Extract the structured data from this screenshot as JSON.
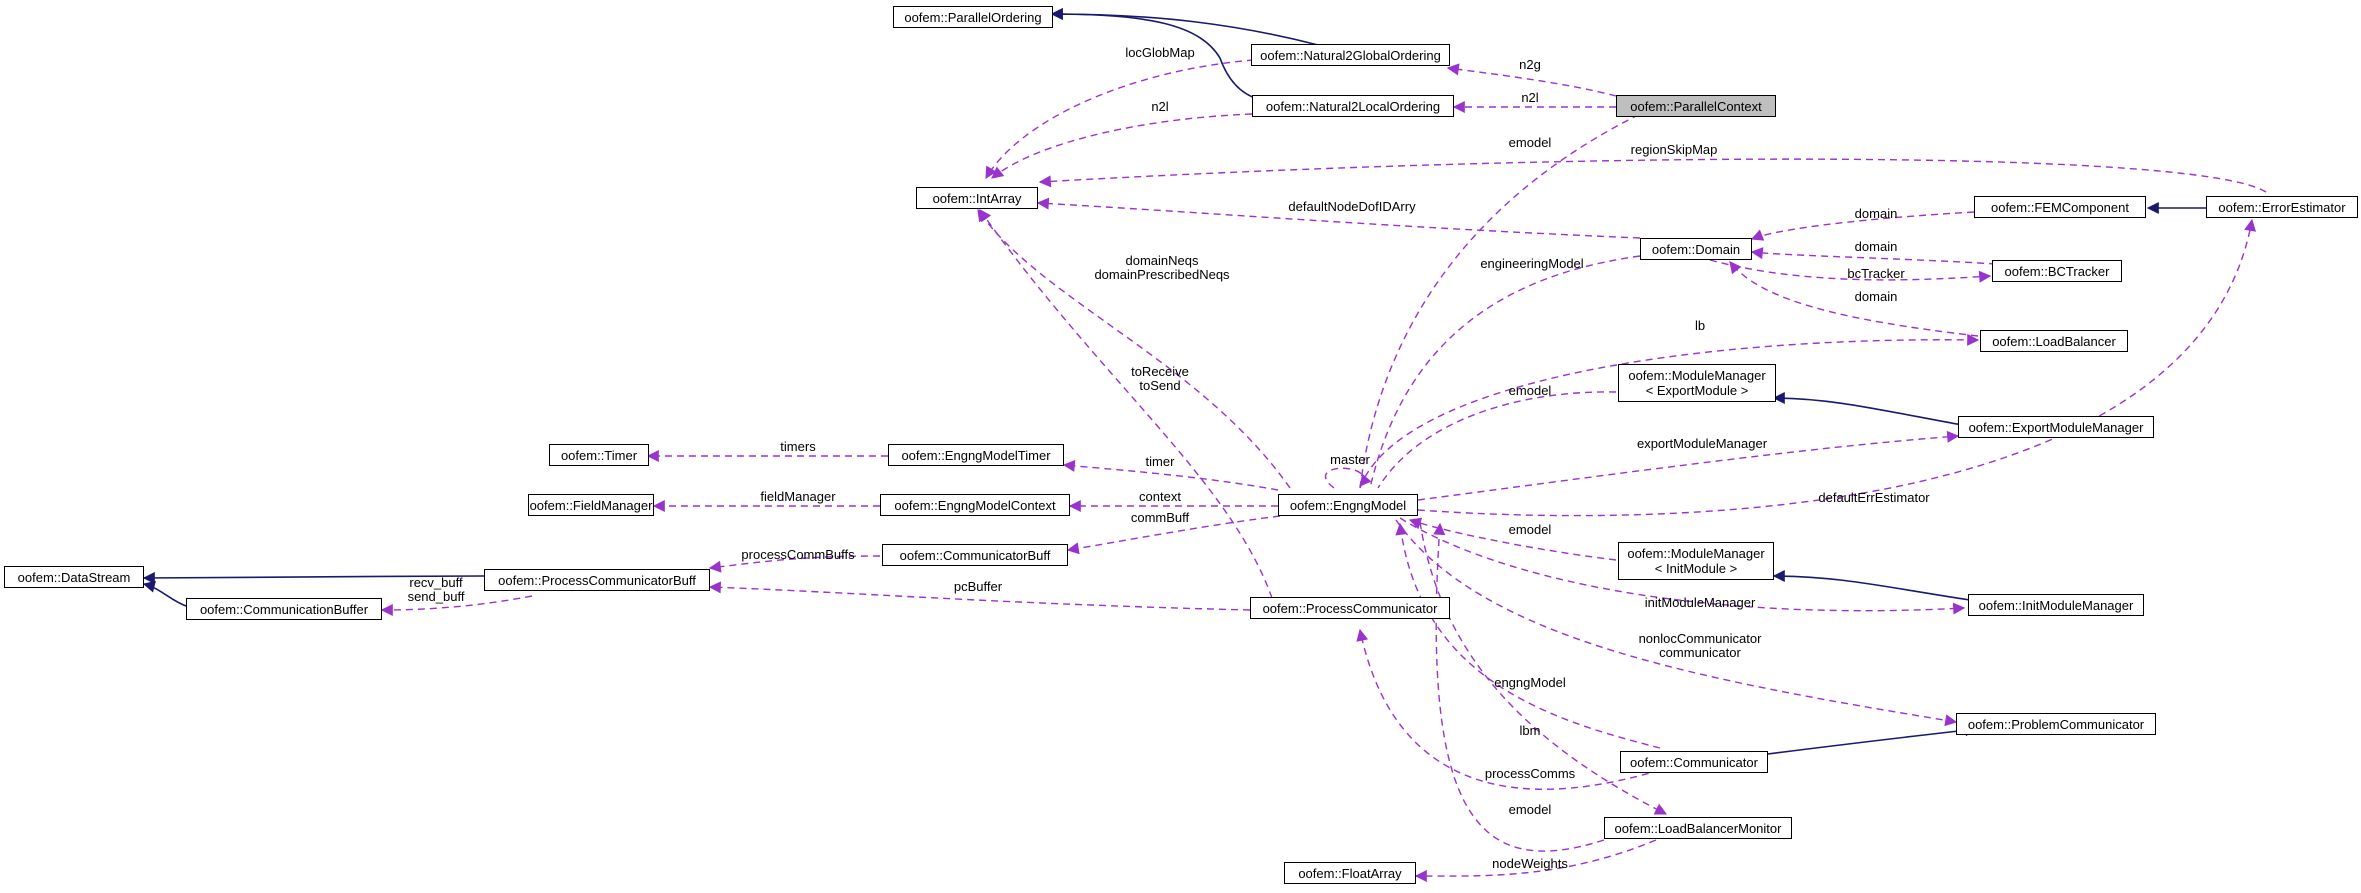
{
  "colors": {
    "inheritance": "#191970",
    "usage": "#9a32cd",
    "focus_fill": "#bfbfbf"
  },
  "nodes": {
    "parallel_ordering": "oofem::ParallelOrdering",
    "natural2global": "oofem::Natural2GlobalOrdering",
    "natural2local": "oofem::Natural2LocalOrdering",
    "parallel_context": "oofem::ParallelContext",
    "int_array": "oofem::IntArray",
    "fem_component": "oofem::FEMComponent",
    "error_estimator": "oofem::ErrorEstimator",
    "domain": "oofem::Domain",
    "bc_tracker": "oofem::BCTracker",
    "load_balancer": "oofem::LoadBalancer",
    "module_manager_export": [
      "oofem::ModuleManager",
      "< ExportModule >"
    ],
    "export_module_manager": "oofem::ExportModuleManager",
    "timer": "oofem::Timer",
    "engng_model_timer": "oofem::EngngModelTimer",
    "field_manager": "oofem::FieldManager",
    "engng_model_context": "oofem::EngngModelContext",
    "engng_model": "oofem::EngngModel",
    "data_stream": "oofem::DataStream",
    "process_communicator_buff": "oofem::ProcessCommunicatorBuff",
    "communicator_buff": "oofem::CommunicatorBuff",
    "communication_buffer": "oofem::CommunicationBuffer",
    "process_communicator": "oofem::ProcessCommunicator",
    "module_manager_init": [
      "oofem::ModuleManager",
      "< InitModule >"
    ],
    "init_module_manager": "oofem::InitModuleManager",
    "problem_communicator": "oofem::ProblemCommunicator",
    "communicator": "oofem::Communicator",
    "load_balancer_monitor": "oofem::LoadBalancerMonitor",
    "float_array": "oofem::FloatArray"
  },
  "edge_labels": {
    "loc_glob_map": "locGlobMap",
    "n2l_left": "n2l",
    "n2g": "n2g",
    "n2l_right": "n2l",
    "emodel_top": "emodel",
    "region_skip_map": "regionSkipMap",
    "default_node_dof_id_arry": "defaultNodeDofIDArry",
    "domain_1": "domain",
    "domain_2": "domain",
    "bc_tracker": "bcTracker",
    "domain_3": "domain",
    "engineering_model": "engineeringModel",
    "domain_neqs": [
      "domainNeqs",
      "domainPrescribedNeqs"
    ],
    "lb": "lb",
    "to_receive": [
      "toReceive",
      "toSend"
    ],
    "emodel_export": "emodel",
    "timers": "timers",
    "export_module_manager": "exportModuleManager",
    "timer": "timer",
    "master": "master",
    "default_err_estimator": "defaultErrEstimator",
    "field_manager": "fieldManager",
    "context": "context",
    "comm_buff": "commBuff",
    "process_comm_buffs": "processCommBuffs",
    "emodel_init": "emodel",
    "recv_buff": [
      "recv_buff",
      "send_buff"
    ],
    "pc_buffer": "pcBuffer",
    "init_module_manager": "initModuleManager",
    "nonloc_communicator": [
      "nonlocCommunicator",
      "communicator"
    ],
    "engng_model": "engngModel",
    "lbm": "lbm",
    "process_comms": "processComms",
    "emodel_bottom": "emodel",
    "node_weights": "nodeWeights"
  }
}
